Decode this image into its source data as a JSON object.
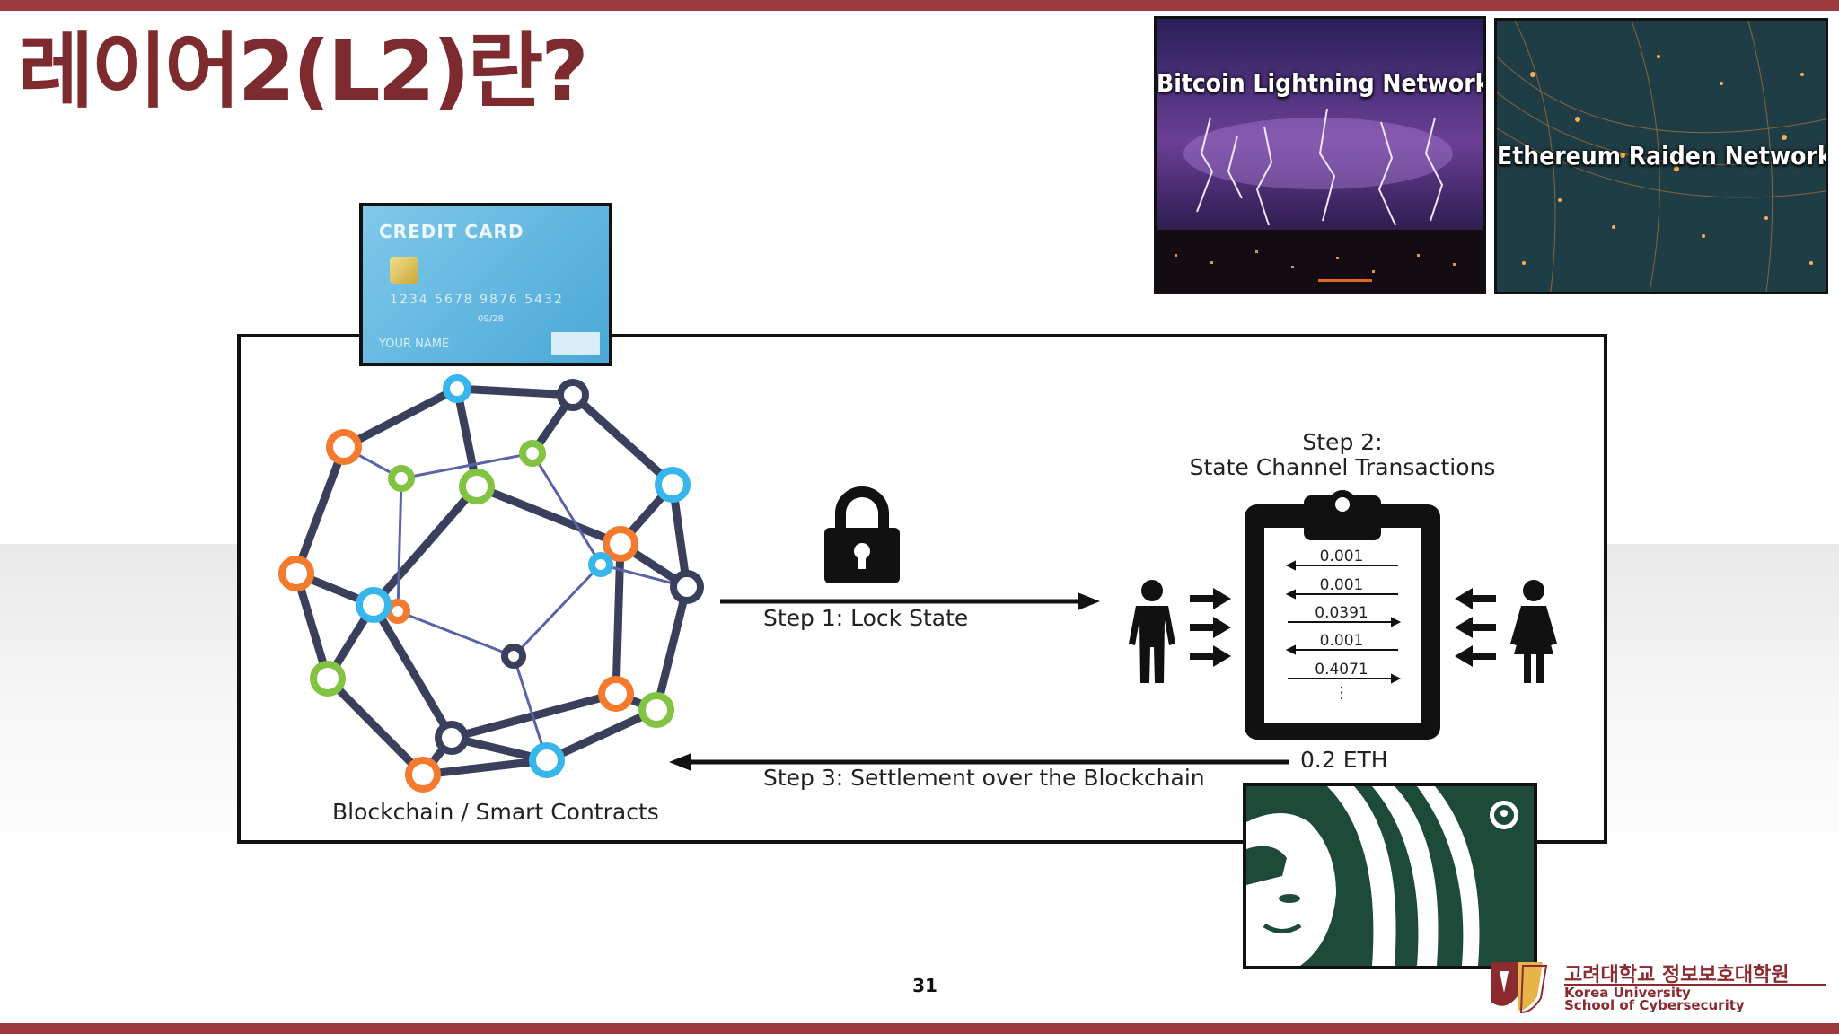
{
  "slide": {
    "title": "레이어2(L2)란?",
    "page_number": "31"
  },
  "images": {
    "bitcoin_caption": "Bitcoin Lightning Network",
    "ethereum_caption": "Ethereum Raiden Network"
  },
  "credit_card": {
    "header": "CREDIT CARD",
    "number": "1234 5678 9876 5432",
    "expiry": "09/28",
    "name": "YOUR NAME"
  },
  "diagram": {
    "blockchain_label": "Blockchain / Smart Contracts",
    "step1": "Step 1: Lock State",
    "step2_line1": "Step 2:",
    "step2_line2": "State Channel Transactions",
    "step3": "Step 3: Settlement over the Blockchain",
    "settlement_amount": "0.2 ETH",
    "transactions": [
      "0.001",
      "0.001",
      "0.0391",
      "0.001",
      "0.4071"
    ],
    "more": "⋮"
  },
  "footer": {
    "university_ko": "고려대학교 정보보호대학원",
    "university_en_1": "Korea University",
    "university_en_2": "School of Cybersecurity"
  },
  "colors": {
    "brand": "#9a3a3d",
    "title": "#7d2b2f",
    "starbucks_green": "#1e4b39"
  }
}
